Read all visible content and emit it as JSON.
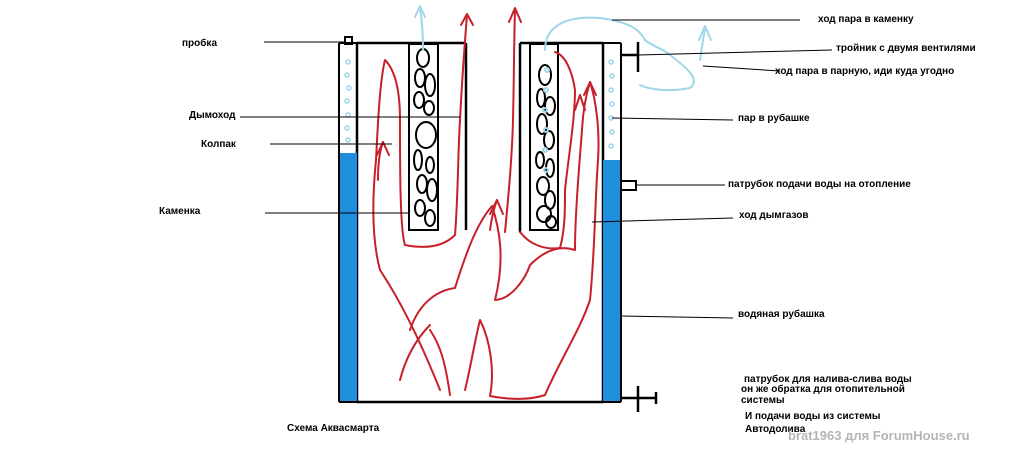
{
  "labels": {
    "probka": "пробка",
    "dymohod": "Дымоход",
    "kolpak": "Колпак",
    "kamenka": "Каменка",
    "steam_to_kamenka": "ход пара в каменку",
    "tee": "тройник с двумя вентилями",
    "steam_to_room": "ход пара в парную, иди куда угодно",
    "steam_in_jacket": "пар в рубашке",
    "heating_outlet": "патрубок подачи воды на отопление",
    "flue_gas_path": "ход дымгазов",
    "water_jacket": "водяная рубашка",
    "fill_drain_1": "патрубок для налива-слива воды",
    "fill_drain_2": "он же обратка для отопительной",
    "fill_drain_3": "системы",
    "autofill_1": "И подачи воды из системы",
    "autofill_2": "Автодолива",
    "caption": "Схема Аквасмарта",
    "watermark": "brat1963 для ForumHouse.ru"
  },
  "colors": {
    "water": "#1e8fdc",
    "flame": "#c8202a",
    "steam": "#9fd6ea",
    "outline": "#000000"
  }
}
